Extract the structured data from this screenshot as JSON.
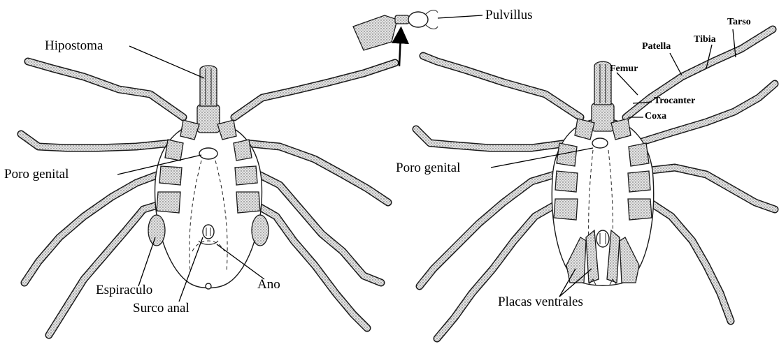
{
  "labels": {
    "hipostoma": "Hipostoma",
    "pulvillus": "Pulvillus",
    "poro_genital_left": "Poro genital",
    "poro_genital_right": "Poro genital",
    "espiraculo": "Espiraculo",
    "surco_anal": "Surco anal",
    "ano": "Ano",
    "placas_ventrales": "Placas ventrales",
    "tarso": "Tarso",
    "tibia": "Tibia",
    "patella": "Patella",
    "femur": "Femur",
    "trocanter": "Trocanter",
    "coxa": "Coxa"
  }
}
